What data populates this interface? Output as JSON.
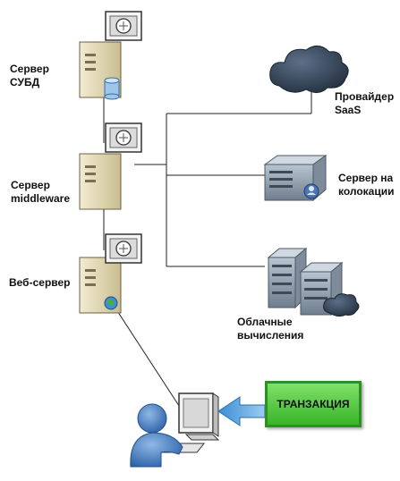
{
  "labels": {
    "dbms_server": [
      "Сервер",
      "СУБД"
    ],
    "middleware_server": [
      "Сервер",
      "middleware"
    ],
    "web_server": [
      "Веб-сервер"
    ],
    "saas_provider": [
      "Провайдер",
      "SaaS"
    ],
    "colocation_server": [
      "Сервер на",
      "колокации"
    ],
    "cloud_computing": [
      "Облачные",
      "вычисления"
    ]
  },
  "transaction": "ТРАНЗАКЦИЯ",
  "colors": {
    "server_body": "#d9cfa8",
    "monitor": "#e6e6e6",
    "cloud": "#2e3d4f",
    "rack": "#8e9cab",
    "user": "#4a7fbf",
    "transaction_fill": "#4cc13a",
    "arrow": "#5aa3dc",
    "line": "#222222"
  }
}
